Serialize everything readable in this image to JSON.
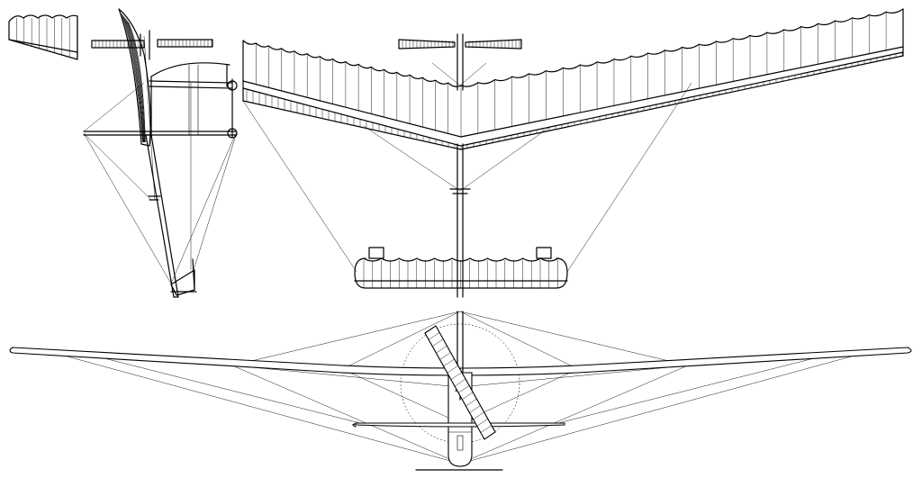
{
  "drawing": {
    "type": "three-view technical line drawing",
    "line_color": "#000000",
    "background": "#ffffff",
    "views": [
      "side-view",
      "front-view",
      "top-view"
    ]
  }
}
